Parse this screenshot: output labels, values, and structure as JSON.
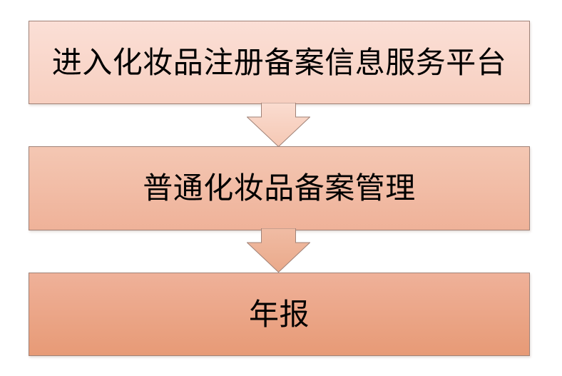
{
  "diagram": {
    "type": "vertical-process-flowchart",
    "background_color": "#ffffff",
    "border_color": "#a08277",
    "text_color": "#000000",
    "steps": [
      {
        "label": "进入化妆品注册备案信息服务平台",
        "fill_top": "#fbdfd6",
        "fill_bottom": "#f7cfc0"
      },
      {
        "label": "普通化妆品备案管理",
        "fill_top": "#f4c7b3",
        "fill_bottom": "#efb299"
      },
      {
        "label": "年报",
        "fill_top": "#efb199",
        "fill_bottom": "#e79a76"
      }
    ],
    "connectors": [
      {
        "name": "down-arrow-1",
        "direction": "down",
        "fill_top": "#fadcd0",
        "fill_bottom": "#f5c8b4"
      },
      {
        "name": "down-arrow-2",
        "direction": "down",
        "fill_top": "#f0bca4",
        "fill_bottom": "#eaa98a"
      }
    ]
  }
}
